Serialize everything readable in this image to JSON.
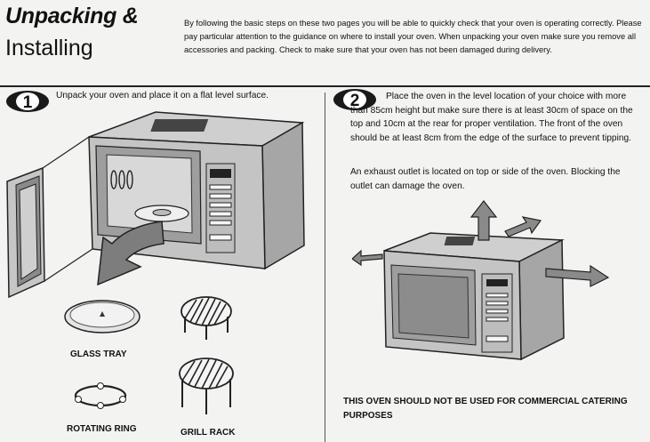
{
  "header": {
    "title_line1": "Unpacking &",
    "title_line2": "Installing",
    "intro": "By following the basic steps on these two pages you will be able to quickly check that your oven is operating correctly. Please pay particular attention to the guidance on where to install your oven. When unpacking your oven make sure you remove all accessories and packing. Check to make sure that your oven has not been damaged during delivery."
  },
  "step1": {
    "number": "1",
    "text": "Unpack your oven and place it on a flat level surface.",
    "accessories": {
      "glass_tray": "GLASS TRAY",
      "rotating_ring": "ROTATING RING",
      "grill_rack": "GRILL RACK"
    }
  },
  "step2": {
    "number": "2",
    "text": "Place the oven in the level location of your choice with more than 85cm height but make sure there is at least 30cm of space on the top and 10cm at the rear for proper ventilation. The front of the oven should be at least 8cm from the edge of the surface to prevent tipping.",
    "exhaust": "An exhaust outlet is located on top or side of the oven. Blocking the outlet can damage the oven.",
    "warning": "THIS OVEN SHOULD NOT BE USED FOR COMMERCIAL CATERING PURPOSES"
  },
  "colors": {
    "ink": "#111111",
    "paper": "#f3f3f1",
    "oven_light": "#d9d9d9",
    "oven_mid": "#b9b9b9",
    "oven_dark": "#8e8e8e",
    "arrow_fill": "#7d7d7d"
  }
}
